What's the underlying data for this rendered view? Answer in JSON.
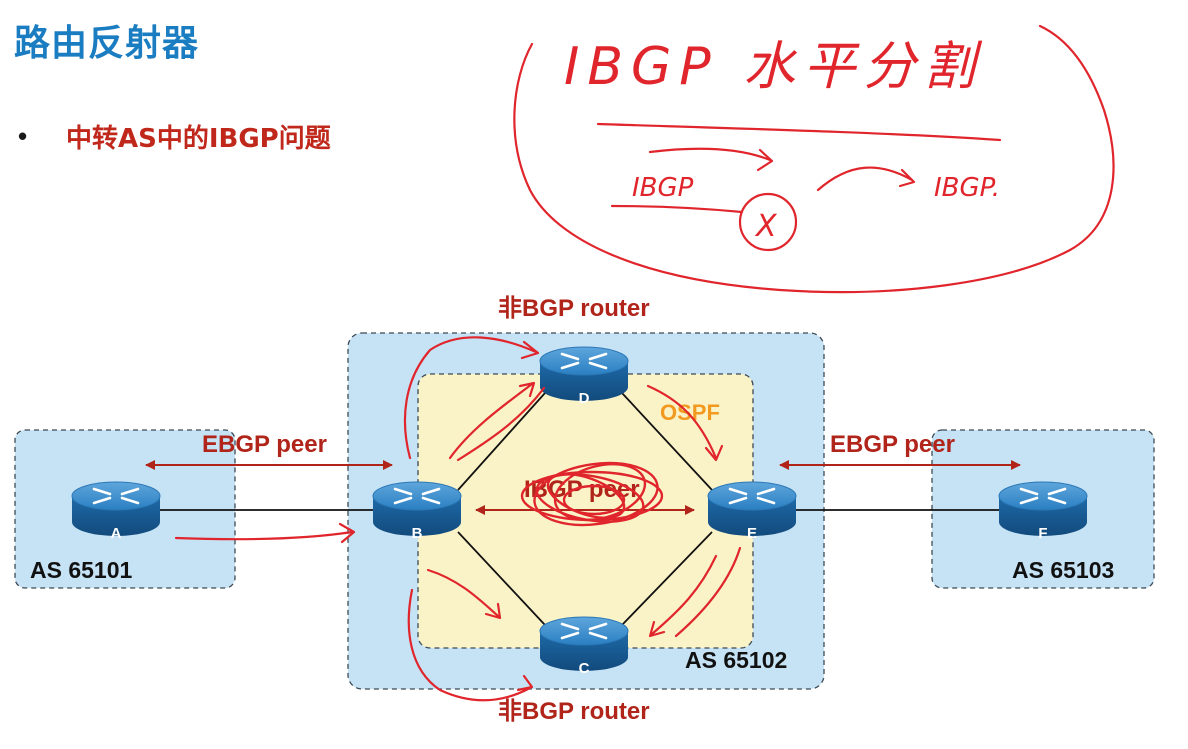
{
  "slide": {
    "title": "路由反射器",
    "bullet": "中转AS中的IBGP问题"
  },
  "annotation": {
    "heading": "IBGP 水平分割",
    "left_label": "IBGP",
    "right_label": "IBGP.",
    "cross_mark": "X"
  },
  "diagram": {
    "non_bgp_top": "非BGP router",
    "non_bgp_bottom": "非BGP router",
    "ospf_label": "OSPF",
    "ibgp_peer_label": "IBGP peer",
    "ebgp_left_label": "EBGP peer",
    "ebgp_right_label": "EBGP peer",
    "as_left": "AS 65101",
    "as_center": "AS 65102",
    "as_right": "AS 65103",
    "routers": {
      "A": "A",
      "B": "B",
      "C": "C",
      "D": "D",
      "E": "E",
      "F": "F"
    }
  },
  "colors": {
    "title_blue": "#1a7cc1",
    "bullet_red": "#c0281c",
    "as_fill_blue": "#c6e2f5",
    "inner_fill_yellow": "#fbf3c8",
    "router_blue": "#1a6fb0",
    "handwriting_red": "#e0262c",
    "ospf_orange": "#f29a1f"
  }
}
